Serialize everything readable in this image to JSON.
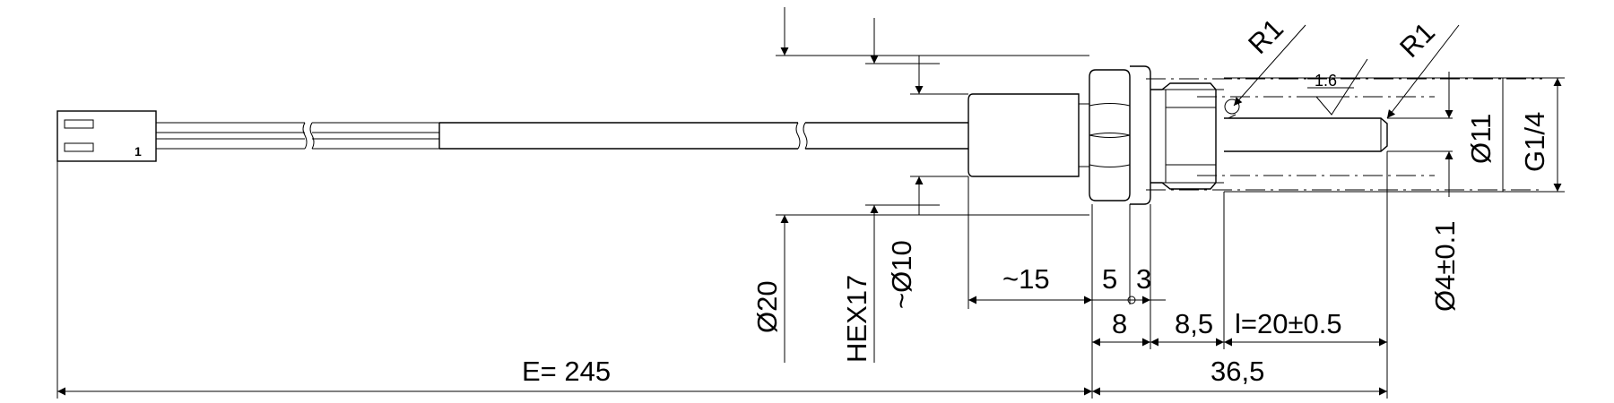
{
  "drawing": {
    "labels": {
      "r1_left": "R1",
      "r1_right": "R1",
      "roughness": "1.6",
      "dia11": "Ø11",
      "g14": "G1/4",
      "dia4": "Ø4±0.1",
      "dia20": "Ø20",
      "hex17": "HEX17",
      "dia10": "~Ø10",
      "len15": "~15",
      "len5": "5",
      "len3": "3",
      "len8": "8",
      "len85": "8,5",
      "len_l": "l=20±0.5",
      "len365": "36,5",
      "len_e": "E= 245",
      "pin1": "1"
    }
  }
}
